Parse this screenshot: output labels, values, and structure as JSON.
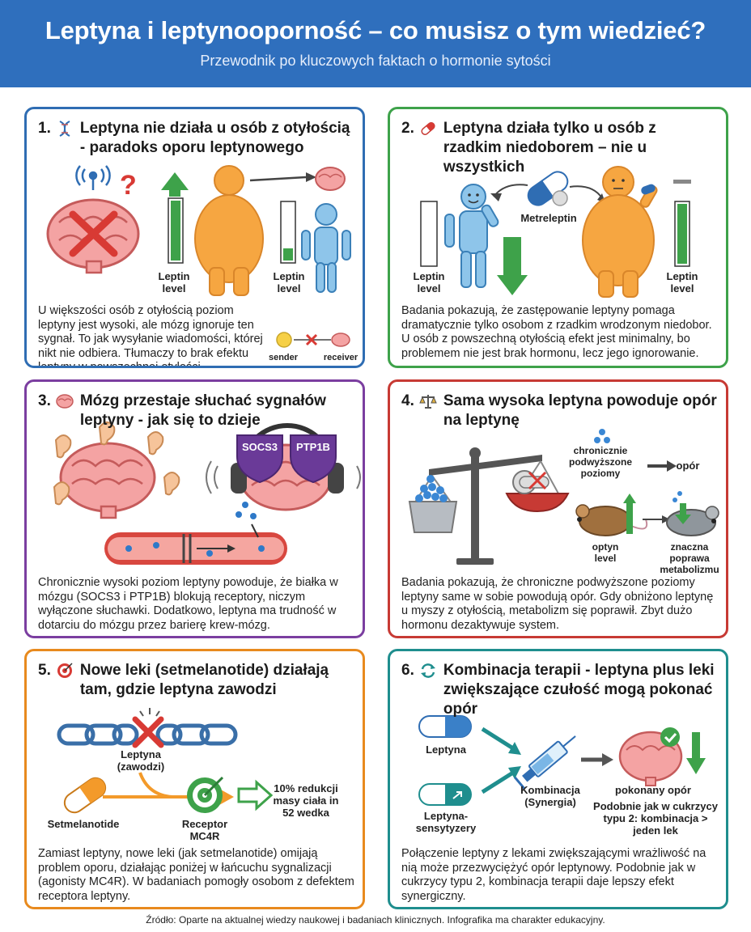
{
  "header": {
    "title": "Leptyna i leptynooporność – co musisz o tym wiedzieć?",
    "subtitle": "Przewodnik po kluczowych faktach o hormonie sytości"
  },
  "colors": {
    "header_bg": "#2f6fbd",
    "card1": "#2f6db3",
    "card2": "#3ea24a",
    "card3": "#7b3ea0",
    "card4": "#c73a34",
    "card5": "#e88a1e",
    "card6": "#1f8e8e"
  },
  "cards": [
    {
      "number": "1.",
      "icon": "dna-icon",
      "title": "Leptyna nie działa u osób z otyłością - paradoks oporu leptynowego",
      "body": "U większości osób z otyłością poziom leptyny jest wysoki, ale mózg ignoruje ten sygnał. To jak wysyłanie wiadomości, której nikt nie odbiera. Tłumaczy to brak efektu leptyny w powszechnej otyłości.",
      "labels": {
        "leptin_level_high": "Leptin level",
        "leptin_level_low": "Leptin level",
        "sender": "sender",
        "receiver": "receiver"
      }
    },
    {
      "number": "2.",
      "icon": "pill-icon",
      "title": "Leptyna działa tylko u osób z rzadkim niedoborem – nie u wszystkich",
      "body": "Badania pokazują, że zastępowanie leptyny pomaga dramatycznie tylko osobom z rzadkim wrodzonym niedobor. U osób z powszechną otyłością efekt jest minimalny, bo problemem nie jest brak hormonu, lecz jego ignorowanie.",
      "labels": {
        "leptin_level_left": "Leptin level",
        "leptin_level_right": "Leptin level",
        "drug": "Metreleptin"
      }
    },
    {
      "number": "3.",
      "icon": "brain-icon",
      "title": "Mózg przestaje słuchać sygnałów leptyny - jak się to dzieje",
      "body": "Chronicznie wysoki poziom leptyny powoduje, że białka w mózgu (SOCS3 i PTP1B) blokują receptory, niczym wyłączone słuchawki. Dodatkowo, leptyna ma trudność w dotarciu do mózgu przez barierę krew-mózg.",
      "labels": {
        "socs3": "SOCS3",
        "ptp1b": "PTP1B"
      }
    },
    {
      "number": "4.",
      "icon": "scale-icon",
      "title": "Sama wysoka leptyna powoduje opór na leptynę",
      "body": "Badania pokazują, że chroniczne podwyższone poziomy leptyny same w sobie powodują opór. Gdy obniżono leptynę u myszy z otyłością, metabolizm się poprawił. Zbyt dużo hormonu dezaktywuje system.",
      "labels": {
        "chronic": "chronicznie podwyższone poziomy",
        "resistance": "opór",
        "optimal": "optyn level",
        "improvement": "znaczna poprawa metabolizmu"
      }
    },
    {
      "number": "5.",
      "icon": "target-icon",
      "title": "Nowe leki (setmelanotide) działają tam, gdzie leptyna zawodzi",
      "body": "Zamiast leptyny, nowe leki (jak setmelanotide) omijają problem oporu, działając poniżej w łańcuchu sygnalizacji (agonisty MC4R). W badaniach pomogły osobom z defektem receptora leptyny.",
      "labels": {
        "leptin_fails": "Leptyna (zawodzi)",
        "drug": "Setmelanotide",
        "receptor": "Receptor MC4R",
        "result": "10% redukcji masy ciała in 52 wedka"
      }
    },
    {
      "number": "6.",
      "icon": "cycle-icon",
      "title": "Kombinacja terapii - leptyna plus leki zwiększające czułość mogą pokonać opór",
      "body": "Połączenie leptyny z lekami zwiększającymi wrażliwość na nią może przezwyciężyć opór leptynowy. Podobnie jak w cukrzycy typu 2, kombinacja terapii daje lepszy efekt synergiczny.",
      "labels": {
        "leptin": "Leptyna",
        "sensitizers": "Leptyna-sensytyzery",
        "combo": "Kombinacja (Synergia)",
        "overcome": "pokonany opór",
        "analogy": "Podobnie jak w cukrzycy typu 2: kombinacja > jeden lek"
      }
    }
  ],
  "footer": "Źródło: Oparte na aktualnej wiedzy naukowej i badaniach klinicznych. Infografika ma charakter edukacyjny."
}
